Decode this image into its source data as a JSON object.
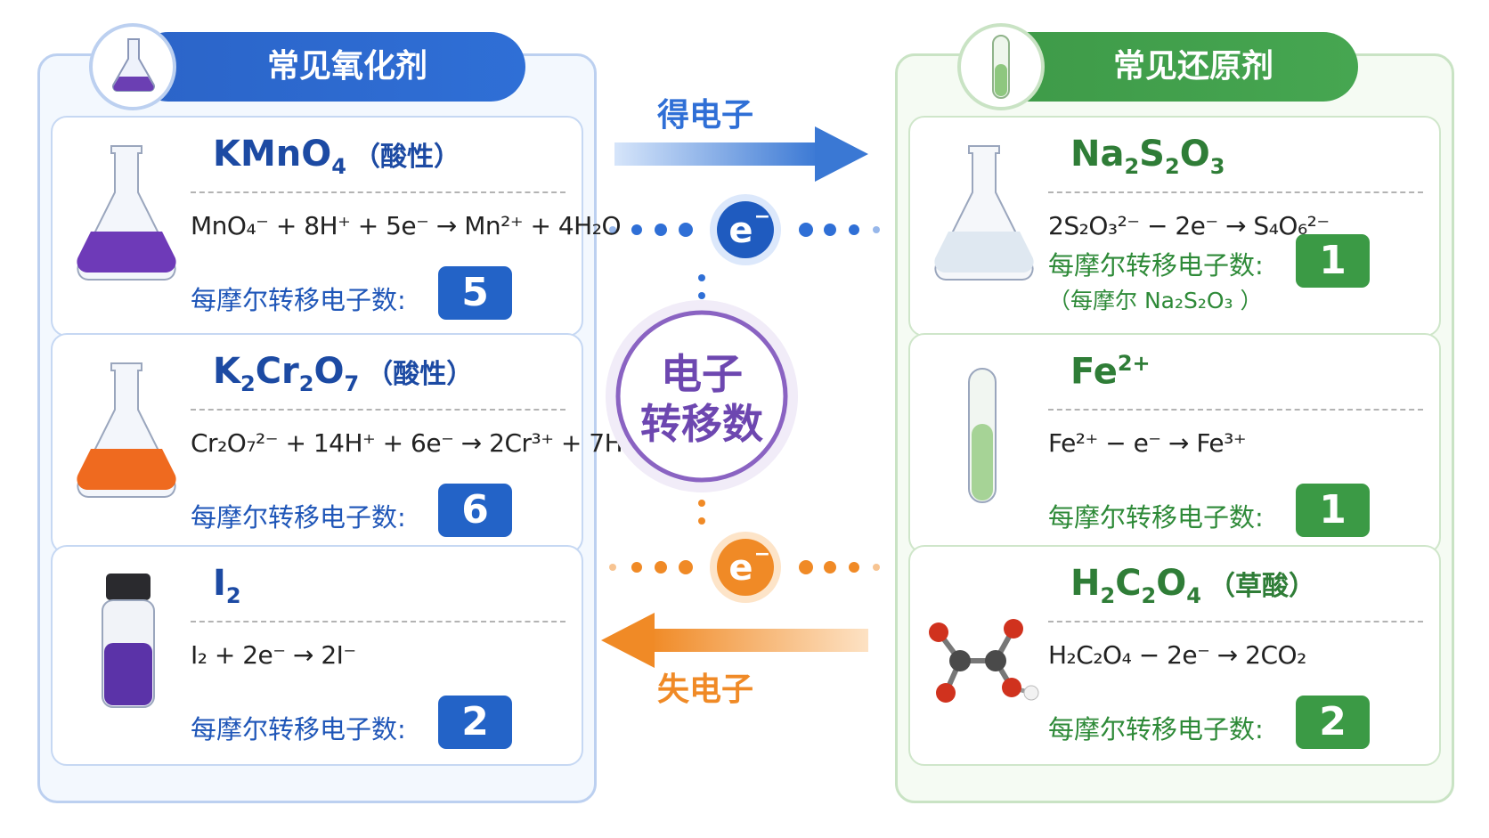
{
  "oxidants": {
    "title": "常见氧化剂",
    "items": [
      {
        "formula_parts": [
          "KMnO",
          "4"
        ],
        "note": "（酸性）",
        "equation": "MnO₄⁻ + 8H⁺ + 5e⁻ → Mn²⁺ + 4H₂O",
        "label": "每摩尔转移电子数:",
        "value": "5"
      },
      {
        "formula_parts": [
          "K",
          "2",
          "Cr",
          "2",
          "O",
          "7"
        ],
        "note": "（酸性）",
        "equation": "Cr₂O₇²⁻ + 14H⁺ + 6e⁻ → 2Cr³⁺ + 7H₂O",
        "label": "每摩尔转移电子数:",
        "value": "6"
      },
      {
        "formula_parts": [
          "I",
          "2"
        ],
        "note": "",
        "equation": "I₂ + 2e⁻ → 2I⁻",
        "label": "每摩尔转移电子数:",
        "value": "2"
      }
    ]
  },
  "reductants": {
    "title": "常见还原剂",
    "items": [
      {
        "formula_parts": [
          "Na",
          "2",
          "S",
          "2",
          "O",
          "3"
        ],
        "note": "",
        "equation": "2S₂O₃²⁻ − 2e⁻ → S₄O₆²⁻",
        "label": "每摩尔转移电子数:",
        "value": "1",
        "subnote": "（每摩尔 Na₂S₂O₃ ）"
      },
      {
        "formula_parts": [
          "Fe",
          "2+"
        ],
        "note": "",
        "equation": "Fe²⁺ − e⁻ → Fe³⁺",
        "label": "每摩尔转移电子数:",
        "value": "1"
      },
      {
        "formula_parts": [
          "H",
          "2",
          "C",
          "2",
          "O",
          "4"
        ],
        "note": "（草酸）",
        "equation": "H₂C₂O₄ − 2e⁻ → 2CO₂",
        "label": "每摩尔转移电子数:",
        "value": "2"
      }
    ]
  },
  "center": {
    "gain_label": "得电子",
    "lose_label": "失电子",
    "electron_symbol": "e",
    "electron_charge": "−",
    "circle_line1": "电子",
    "circle_line2": "转移数"
  },
  "colors": {
    "oxidant_blue": "#2363c7",
    "reductant_green": "#3b9a45",
    "center_purple": "#7a52b3",
    "lose_orange": "#f08a26"
  }
}
